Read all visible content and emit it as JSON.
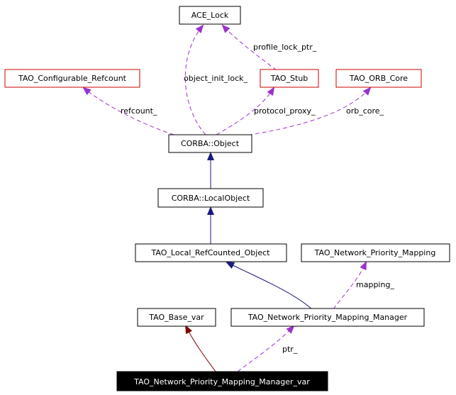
{
  "nodes": {
    "ace_lock": {
      "label": "ACE_Lock",
      "style": "plain"
    },
    "tao_configurable_refcount": {
      "label": "TAO_Configurable_Refcount",
      "style": "red"
    },
    "tao_stub": {
      "label": "TAO_Stub",
      "style": "red"
    },
    "tao_orb_core": {
      "label": "TAO_ORB_Core",
      "style": "red"
    },
    "corba_object": {
      "label": "CORBA::Object",
      "style": "plain"
    },
    "corba_localobject": {
      "label": "CORBA::LocalObject",
      "style": "plain"
    },
    "tao_local_refcounted_object": {
      "label": "TAO_Local_RefCounted_Object",
      "style": "plain"
    },
    "tao_network_priority_mapping": {
      "label": "TAO_Network_Priority_Mapping",
      "style": "plain"
    },
    "tao_base_var": {
      "label": "TAO_Base_var",
      "style": "plain"
    },
    "tao_network_priority_mapping_manager": {
      "label": "TAO_Network_Priority_Mapping_Manager",
      "style": "plain"
    },
    "tao_network_priority_mapping_manager_var": {
      "label": "TAO_Network_Priority_Mapping_Manager_var",
      "style": "highlight"
    }
  },
  "edge_labels": {
    "profile_lock_ptr": "profile_lock_ptr_",
    "object_init_lock": "object_init_lock_",
    "refcount": "refcount_",
    "protocol_proxy": "protocol_proxy_",
    "orb_core": "orb_core_",
    "mapping": "mapping_",
    "ptr": "ptr_"
  },
  "colors": {
    "inheritance_public": "#1a1a80",
    "inheritance_private": "#800000",
    "usage": "#9933cc",
    "node_border_plain": "#000000",
    "node_border_red": "#cc0000",
    "highlight_fill": "#000000",
    "highlight_text": "#ffffff"
  }
}
